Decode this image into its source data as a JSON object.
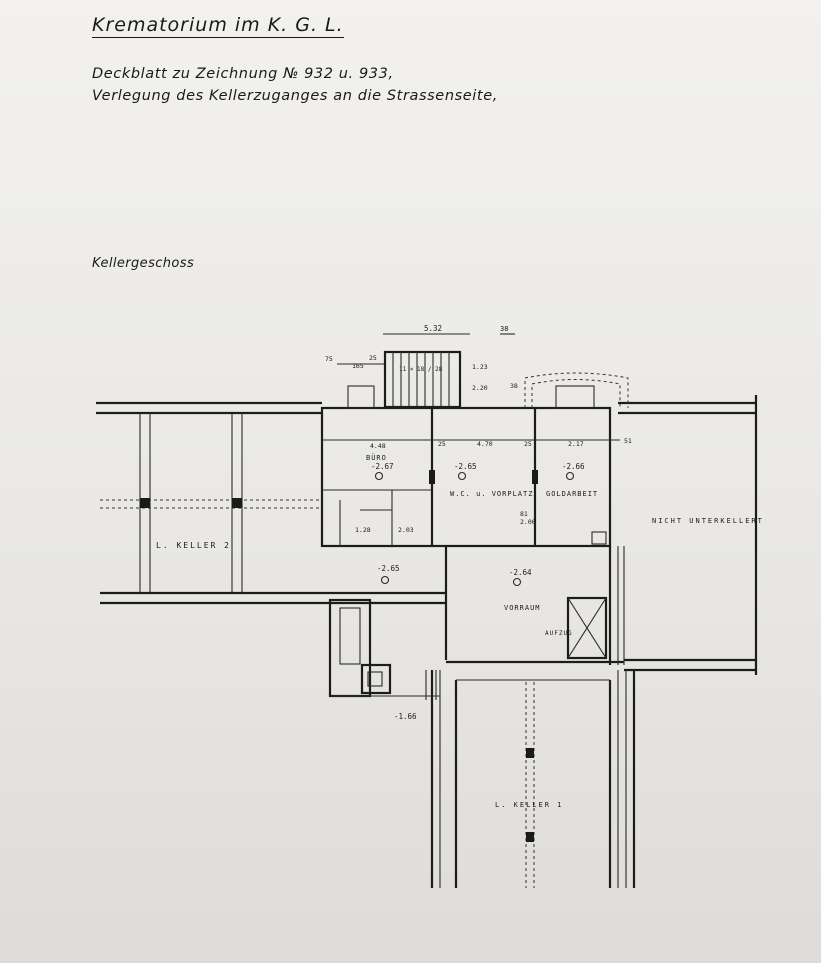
{
  "header": {
    "title": "Krematorium im K. G. L.",
    "line1": "Deckblatt zu Zeichnung № 932 u. 933,",
    "line2": "Verlegung des Kellerzuganges an die Strassenseite,"
  },
  "floor_label": "Kellergeschoss",
  "rooms": {
    "keller2": "L. KELLER 2",
    "keller1": "L. KELLER 1",
    "buero": "BÜRO",
    "wc_vorplatz": "W.C. u. VORPLATZ",
    "goldarbeit": "GOLDARBEIT",
    "vorraum": "VORRAUM",
    "nicht_unterkellert": "NICHT UNTERKELLERT",
    "aufzug": "AUFZUG"
  },
  "levels": {
    "buero": "-2.67",
    "wc": "-2.65",
    "gold": "-2.66",
    "corridor": "-2.65",
    "vorraum": "-2.64",
    "stair_bottom": "-1.66"
  },
  "dimensions": {
    "top_width": "5.32",
    "top_right": "38",
    "stair": "11 × 18 / 28",
    "d165": "165",
    "d75": "75",
    "d25a": "25",
    "d123": "1.23",
    "d220": "2.20",
    "d38": "38",
    "d448": "4.48",
    "d25b": "25",
    "d470": "4.70",
    "d25c": "25",
    "d217": "2.17",
    "d51": "51",
    "d203": "2.03",
    "d128": "1.28",
    "d81": "81",
    "d200": "2.00"
  }
}
